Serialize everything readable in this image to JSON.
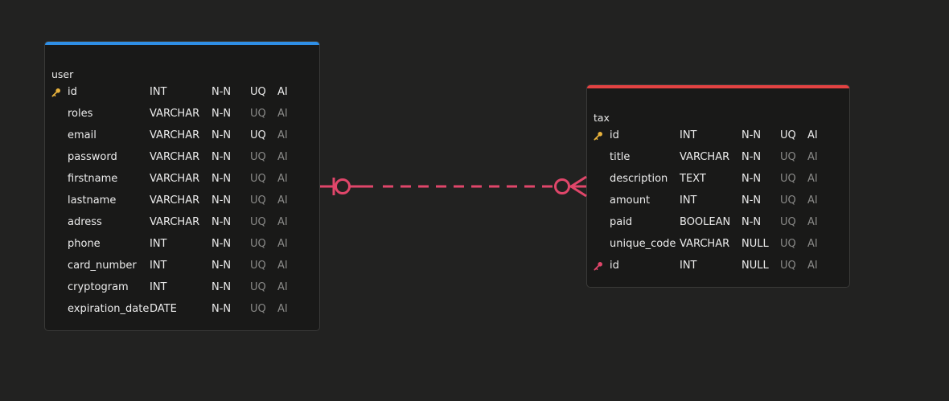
{
  "colors": {
    "background": "#222221",
    "user_accent": "#2f8fe6",
    "tax_accent": "#e34242",
    "relation": "#e0466a",
    "primary_key": "#e8b23c",
    "foreign_key": "#e0466a"
  },
  "tables": [
    {
      "id": "user",
      "name": "user",
      "accent": "#2f8fe6",
      "columns": [
        {
          "name": "id",
          "type": "INT",
          "nullability": "N-N",
          "uq": "UQ",
          "ai": "AI",
          "uq_on": true,
          "ai_on": true,
          "key": "primary"
        },
        {
          "name": "roles",
          "type": "VARCHAR",
          "nullability": "N-N",
          "uq": "UQ",
          "ai": "AI",
          "uq_on": false,
          "ai_on": false,
          "key": ""
        },
        {
          "name": "email",
          "type": "VARCHAR",
          "nullability": "N-N",
          "uq": "UQ",
          "ai": "AI",
          "uq_on": true,
          "ai_on": false,
          "key": ""
        },
        {
          "name": "password",
          "type": "VARCHAR",
          "nullability": "N-N",
          "uq": "UQ",
          "ai": "AI",
          "uq_on": false,
          "ai_on": false,
          "key": ""
        },
        {
          "name": "firstname",
          "type": "VARCHAR",
          "nullability": "N-N",
          "uq": "UQ",
          "ai": "AI",
          "uq_on": false,
          "ai_on": false,
          "key": ""
        },
        {
          "name": "lastname",
          "type": "VARCHAR",
          "nullability": "N-N",
          "uq": "UQ",
          "ai": "AI",
          "uq_on": false,
          "ai_on": false,
          "key": ""
        },
        {
          "name": "adress",
          "type": "VARCHAR",
          "nullability": "N-N",
          "uq": "UQ",
          "ai": "AI",
          "uq_on": false,
          "ai_on": false,
          "key": ""
        },
        {
          "name": "phone",
          "type": "INT",
          "nullability": "N-N",
          "uq": "UQ",
          "ai": "AI",
          "uq_on": false,
          "ai_on": false,
          "key": ""
        },
        {
          "name": "card_number",
          "type": "INT",
          "nullability": "N-N",
          "uq": "UQ",
          "ai": "AI",
          "uq_on": false,
          "ai_on": false,
          "key": ""
        },
        {
          "name": "cryptogram",
          "type": "INT",
          "nullability": "N-N",
          "uq": "UQ",
          "ai": "AI",
          "uq_on": false,
          "ai_on": false,
          "key": ""
        },
        {
          "name": "expiration_date",
          "type": "DATE",
          "nullability": "N-N",
          "uq": "UQ",
          "ai": "AI",
          "uq_on": false,
          "ai_on": false,
          "key": ""
        }
      ]
    },
    {
      "id": "tax",
      "name": "tax",
      "accent": "#e34242",
      "columns": [
        {
          "name": "id",
          "type": "INT",
          "nullability": "N-N",
          "uq": "UQ",
          "ai": "AI",
          "uq_on": true,
          "ai_on": true,
          "key": "primary"
        },
        {
          "name": "title",
          "type": "VARCHAR",
          "nullability": "N-N",
          "uq": "UQ",
          "ai": "AI",
          "uq_on": false,
          "ai_on": false,
          "key": ""
        },
        {
          "name": "description",
          "type": "TEXT",
          "nullability": "N-N",
          "uq": "UQ",
          "ai": "AI",
          "uq_on": false,
          "ai_on": false,
          "key": ""
        },
        {
          "name": "amount",
          "type": "INT",
          "nullability": "N-N",
          "uq": "UQ",
          "ai": "AI",
          "uq_on": false,
          "ai_on": false,
          "key": ""
        },
        {
          "name": "paid",
          "type": "BOOLEAN",
          "nullability": "N-N",
          "uq": "UQ",
          "ai": "AI",
          "uq_on": false,
          "ai_on": false,
          "key": ""
        },
        {
          "name": "unique_code",
          "type": "VARCHAR",
          "nullability": "NULL",
          "uq": "UQ",
          "ai": "AI",
          "uq_on": false,
          "ai_on": false,
          "key": ""
        },
        {
          "name": "id",
          "type": "INT",
          "nullability": "NULL",
          "uq": "UQ",
          "ai": "AI",
          "uq_on": false,
          "ai_on": false,
          "key": "foreign"
        }
      ]
    }
  ],
  "relation": {
    "from": "user",
    "to": "tax",
    "from_cardinality": "zero-or-one",
    "to_cardinality": "zero-or-many",
    "style": "dashed"
  }
}
